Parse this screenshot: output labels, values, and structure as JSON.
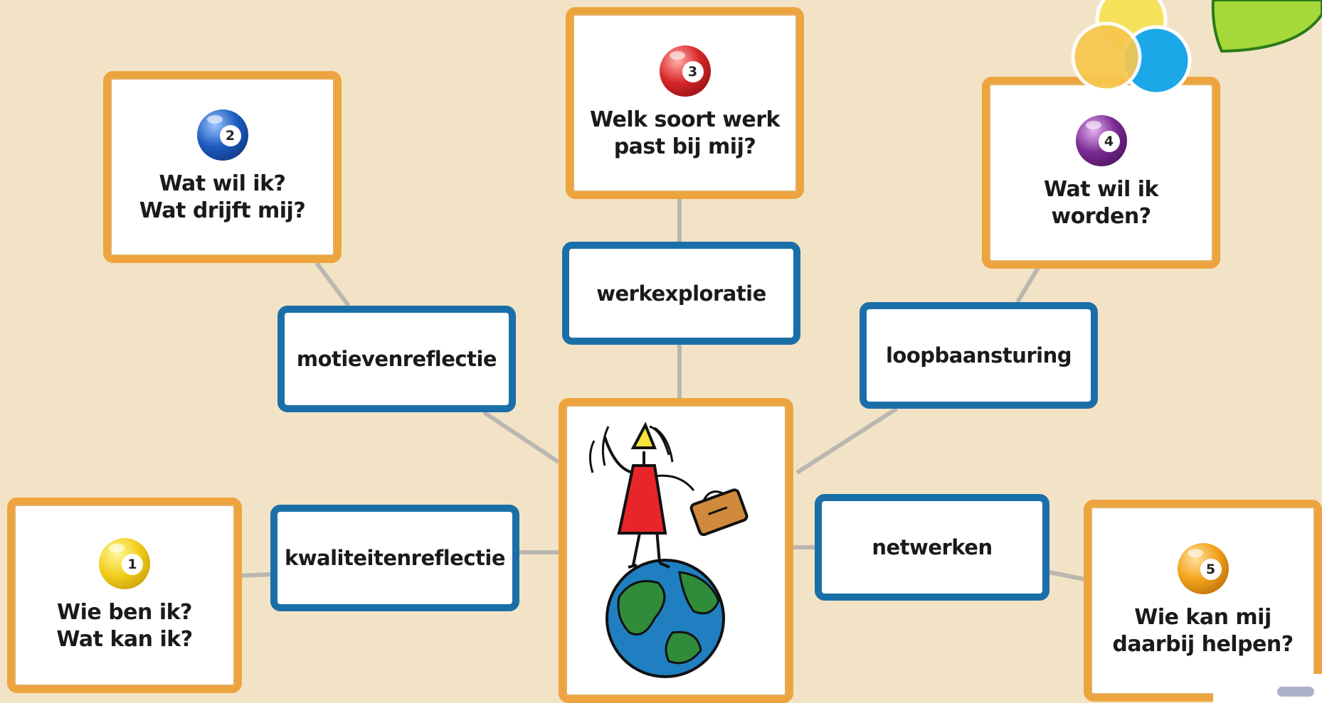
{
  "center": {
    "illustration": "person-on-globe-illustration"
  },
  "categories": [
    {
      "id": "motieven",
      "label": "motievenreflectie"
    },
    {
      "id": "werk",
      "label": "werkexploratie"
    },
    {
      "id": "loopbaan",
      "label": "loopbaansturing"
    },
    {
      "id": "kwaliteiten",
      "label": "kwaliteitenreflectie"
    },
    {
      "id": "netwerken",
      "label": "netwerken"
    }
  ],
  "questions": [
    {
      "number": "1",
      "text": "Wie ben ik?\nWat kan ik?",
      "color": "#f2cf1c"
    },
    {
      "number": "2",
      "text": "Wat wil ik?\nWat drijft mij?",
      "color": "#1d5bbf"
    },
    {
      "number": "3",
      "text": "Welk soort werk\npast bij mij?",
      "color": "#d9262a"
    },
    {
      "number": "4",
      "text": "Wat wil ik\nworden?",
      "color": "#7b2a93"
    },
    {
      "number": "5",
      "text": "Wie kan mij\ndaarbij helpen?",
      "color": "#f3a21a"
    }
  ],
  "colors": {
    "background": "#f3e3c6",
    "question_border": "#eda43e",
    "category_border": "#1b6fa8",
    "connector": "#b9b7b0"
  }
}
